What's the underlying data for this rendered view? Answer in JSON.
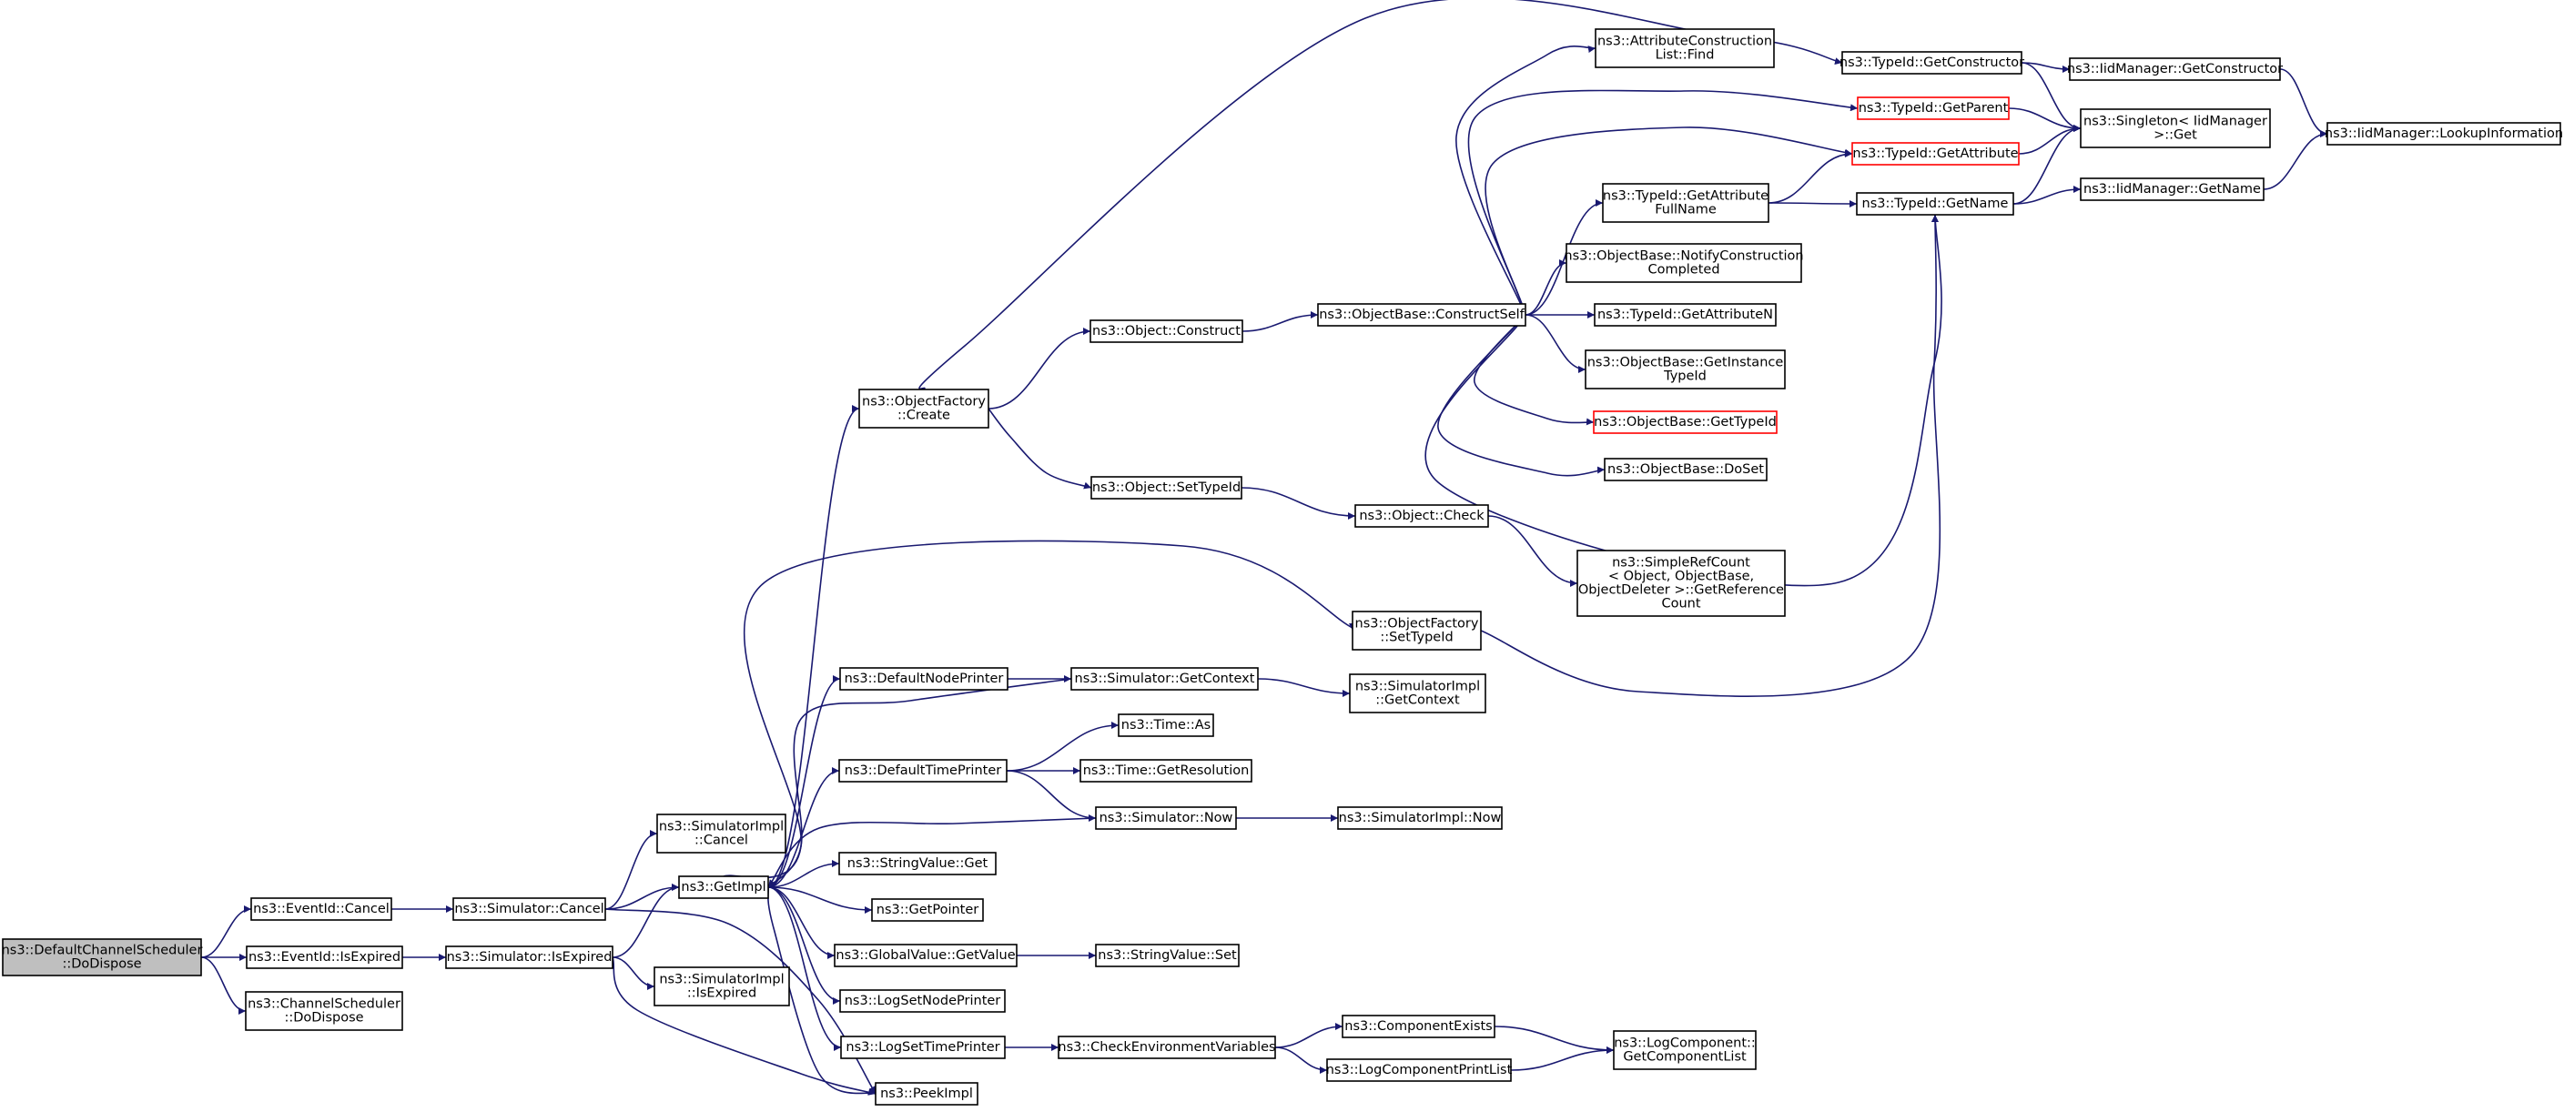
{
  "colors": {
    "edge": "#191970",
    "border": "#000000",
    "border_truncated": "#ff0000",
    "root_fill": "#bfbfbf"
  },
  "nodes": [
    {
      "id": "root",
      "lines": [
        "ns3::DefaultChannelScheduler",
        "::DoDispose"
      ],
      "style": "root"
    },
    {
      "id": "eventid_cancel",
      "lines": [
        "ns3::EventId::Cancel"
      ]
    },
    {
      "id": "eventid_isexpired",
      "lines": [
        "ns3::EventId::IsExpired"
      ]
    },
    {
      "id": "channelscheduler_dodispose",
      "lines": [
        "ns3::ChannelScheduler",
        "::DoDispose"
      ]
    },
    {
      "id": "simulator_cancel",
      "lines": [
        "ns3::Simulator::Cancel"
      ]
    },
    {
      "id": "simulator_isexpired",
      "lines": [
        "ns3::Simulator::IsExpired"
      ]
    },
    {
      "id": "simulatorimpl_cancel",
      "lines": [
        "ns3::SimulatorImpl",
        "::Cancel"
      ]
    },
    {
      "id": "getimpl",
      "lines": [
        "ns3::GetImpl"
      ]
    },
    {
      "id": "simulatorimpl_isexpired",
      "lines": [
        "ns3::SimulatorImpl",
        "::IsExpired"
      ]
    },
    {
      "id": "peekimpl",
      "lines": [
        "ns3::PeekImpl"
      ]
    },
    {
      "id": "objectfactory_create",
      "lines": [
        "ns3::ObjectFactory",
        "::Create"
      ]
    },
    {
      "id": "defaultnodeprinter",
      "lines": [
        "ns3::DefaultNodePrinter"
      ]
    },
    {
      "id": "defaulttimeprinter",
      "lines": [
        "ns3::DefaultTimePrinter"
      ]
    },
    {
      "id": "stringvalue_get",
      "lines": [
        "ns3::StringValue::Get"
      ]
    },
    {
      "id": "getpointer",
      "lines": [
        "ns3::GetPointer"
      ]
    },
    {
      "id": "globalvalue_getvalue",
      "lines": [
        "ns3::GlobalValue::GetValue"
      ]
    },
    {
      "id": "logsetnodeprinter",
      "lines": [
        "ns3::LogSetNodePrinter"
      ]
    },
    {
      "id": "logsettimeprinter",
      "lines": [
        "ns3::LogSetTimePrinter"
      ]
    },
    {
      "id": "object_construct",
      "lines": [
        "ns3::Object::Construct"
      ]
    },
    {
      "id": "object_settypeid",
      "lines": [
        "ns3::Object::SetTypeId"
      ]
    },
    {
      "id": "simulator_getcontext",
      "lines": [
        "ns3::Simulator::GetContext"
      ]
    },
    {
      "id": "time_as",
      "lines": [
        "ns3::Time::As"
      ]
    },
    {
      "id": "time_getresolution",
      "lines": [
        "ns3::Time::GetResolution"
      ]
    },
    {
      "id": "simulator_now",
      "lines": [
        "ns3::Simulator::Now"
      ]
    },
    {
      "id": "stringvalue_set",
      "lines": [
        "ns3::StringValue::Set"
      ]
    },
    {
      "id": "checkenvironmentvariables",
      "lines": [
        "ns3::CheckEnvironmentVariables"
      ]
    },
    {
      "id": "objectbase_constructself",
      "lines": [
        "ns3::ObjectBase::ConstructSelf"
      ]
    },
    {
      "id": "object_check",
      "lines": [
        "ns3::Object::Check"
      ]
    },
    {
      "id": "objectfactory_settypeid",
      "lines": [
        "ns3::ObjectFactory",
        "::SetTypeId"
      ]
    },
    {
      "id": "simulatorimpl_getcontext",
      "lines": [
        "ns3::SimulatorImpl",
        "::GetContext"
      ]
    },
    {
      "id": "simulatorimpl_now",
      "lines": [
        "ns3::SimulatorImpl::Now"
      ]
    },
    {
      "id": "componentexists",
      "lines": [
        "ns3::ComponentExists"
      ]
    },
    {
      "id": "logcomponentprintlist",
      "lines": [
        "ns3::LogComponentPrintList"
      ]
    },
    {
      "id": "attributeconstructionlist_find",
      "lines": [
        "ns3::AttributeConstruction",
        "List::Find"
      ]
    },
    {
      "id": "typeid_getattributefullname",
      "lines": [
        "ns3::TypeId::GetAttribute",
        "FullName"
      ]
    },
    {
      "id": "objectbase_notifyconstructioncompleted",
      "lines": [
        "ns3::ObjectBase::NotifyConstruction",
        "Completed"
      ]
    },
    {
      "id": "typeid_getattributen",
      "lines": [
        "ns3::TypeId::GetAttributeN"
      ]
    },
    {
      "id": "objectbase_getinstancetypeid",
      "lines": [
        "ns3::ObjectBase::GetInstance",
        "TypeId"
      ]
    },
    {
      "id": "objectbase_gettypeid",
      "lines": [
        "ns3::ObjectBase::GetTypeId"
      ],
      "style": "red"
    },
    {
      "id": "objectbase_doset",
      "lines": [
        "ns3::ObjectBase::DoSet"
      ]
    },
    {
      "id": "simplerefcount_getreferencecount",
      "lines": [
        "ns3::SimpleRefCount",
        "< Object, ObjectBase,",
        "ObjectDeleter >::GetReference",
        "Count"
      ]
    },
    {
      "id": "logcomponent_getcomponentlist",
      "lines": [
        "ns3::LogComponent::",
        "GetComponentList"
      ]
    },
    {
      "id": "typeid_getconstructor",
      "lines": [
        "ns3::TypeId::GetConstructor"
      ]
    },
    {
      "id": "typeid_getparent",
      "lines": [
        "ns3::TypeId::GetParent"
      ],
      "style": "red"
    },
    {
      "id": "typeid_getattribute",
      "lines": [
        "ns3::TypeId::GetAttribute"
      ],
      "style": "red"
    },
    {
      "id": "typeid_getname",
      "lines": [
        "ns3::TypeId::GetName"
      ]
    },
    {
      "id": "iidmanager_getconstructor",
      "lines": [
        "ns3::IidManager::GetConstructor"
      ]
    },
    {
      "id": "singleton_iidmanager_get",
      "lines": [
        "ns3::Singleton< IidManager",
        "  >::Get"
      ]
    },
    {
      "id": "iidmanager_getname",
      "lines": [
        "ns3::IidManager::GetName"
      ]
    },
    {
      "id": "iidmanager_lookupinformation",
      "lines": [
        "ns3::IidManager::LookupInformation"
      ]
    }
  ],
  "edges": [
    [
      "root",
      "eventid_cancel"
    ],
    [
      "root",
      "eventid_isexpired"
    ],
    [
      "root",
      "channelscheduler_dodispose"
    ],
    [
      "eventid_cancel",
      "simulator_cancel"
    ],
    [
      "eventid_isexpired",
      "simulator_isexpired"
    ],
    [
      "simulator_cancel",
      "simulatorimpl_cancel"
    ],
    [
      "simulator_cancel",
      "getimpl"
    ],
    [
      "simulator_cancel",
      "peekimpl"
    ],
    [
      "simulator_isexpired",
      "getimpl"
    ],
    [
      "simulator_isexpired",
      "simulatorimpl_isexpired"
    ],
    [
      "simulator_isexpired",
      "peekimpl"
    ],
    [
      "getimpl",
      "objectfactory_create"
    ],
    [
      "getimpl",
      "defaultnodeprinter"
    ],
    [
      "getimpl",
      "defaulttimeprinter"
    ],
    [
      "getimpl",
      "stringvalue_get"
    ],
    [
      "getimpl",
      "getpointer"
    ],
    [
      "getimpl",
      "globalvalue_getvalue"
    ],
    [
      "getimpl",
      "logsetnodeprinter"
    ],
    [
      "getimpl",
      "logsettimeprinter"
    ],
    [
      "getimpl",
      "peekimpl"
    ],
    [
      "getimpl",
      "objectfactory_settypeid"
    ],
    [
      "objectfactory_create",
      "object_construct"
    ],
    [
      "objectfactory_create",
      "object_settypeid"
    ],
    [
      "objectfactory_create",
      "typeid_getconstructor"
    ],
    [
      "defaultnodeprinter",
      "simulator_getcontext"
    ],
    [
      "simulator_getcontext",
      "simulatorimpl_getcontext"
    ],
    [
      "simulator_getcontext",
      "getimpl"
    ],
    [
      "defaulttimeprinter",
      "time_as"
    ],
    [
      "defaulttimeprinter",
      "time_getresolution"
    ],
    [
      "defaulttimeprinter",
      "simulator_now"
    ],
    [
      "simulator_now",
      "getimpl"
    ],
    [
      "simulator_now",
      "simulatorimpl_now"
    ],
    [
      "globalvalue_getvalue",
      "stringvalue_set"
    ],
    [
      "logsettimeprinter",
      "checkenvironmentvariables"
    ],
    [
      "checkenvironmentvariables",
      "componentexists"
    ],
    [
      "checkenvironmentvariables",
      "logcomponentprintlist"
    ],
    [
      "componentexists",
      "logcomponent_getcomponentlist"
    ],
    [
      "logcomponentprintlist",
      "logcomponent_getcomponentlist"
    ],
    [
      "object_construct",
      "objectbase_constructself"
    ],
    [
      "object_settypeid",
      "object_check"
    ],
    [
      "object_check",
      "simplerefcount_getreferencecount"
    ],
    [
      "objectbase_constructself",
      "attributeconstructionlist_find"
    ],
    [
      "objectbase_constructself",
      "typeid_getparent"
    ],
    [
      "objectbase_constructself",
      "typeid_getattribute"
    ],
    [
      "objectbase_constructself",
      "typeid_getattributefullname"
    ],
    [
      "objectbase_constructself",
      "objectbase_notifyconstructioncompleted"
    ],
    [
      "objectbase_constructself",
      "typeid_getattributen"
    ],
    [
      "objectbase_constructself",
      "objectbase_getinstancetypeid"
    ],
    [
      "objectbase_constructself",
      "objectbase_gettypeid"
    ],
    [
      "objectbase_constructself",
      "objectbase_doset"
    ],
    [
      "objectbase_constructself",
      "typeid_getname"
    ],
    [
      "objectfactory_settypeid",
      "typeid_getname"
    ],
    [
      "typeid_getattributefullname",
      "typeid_getattribute"
    ],
    [
      "typeid_getattributefullname",
      "typeid_getname"
    ],
    [
      "typeid_getconstructor",
      "iidmanager_getconstructor"
    ],
    [
      "typeid_getconstructor",
      "singleton_iidmanager_get"
    ],
    [
      "typeid_getparent",
      "singleton_iidmanager_get"
    ],
    [
      "typeid_getattribute",
      "singleton_iidmanager_get"
    ],
    [
      "typeid_getname",
      "singleton_iidmanager_get"
    ],
    [
      "typeid_getname",
      "iidmanager_getname"
    ],
    [
      "iidmanager_getconstructor",
      "iidmanager_lookupinformation"
    ],
    [
      "iidmanager_getname",
      "iidmanager_lookupinformation"
    ]
  ]
}
